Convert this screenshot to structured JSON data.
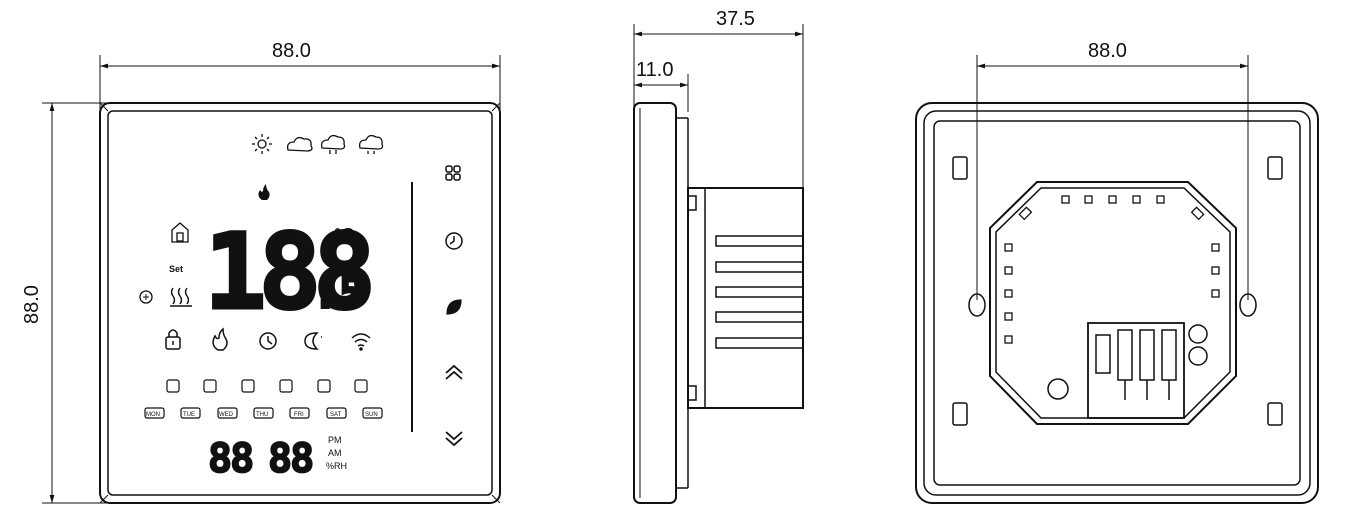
{
  "front": {
    "width_label": "88.0",
    "height_label": "88.0",
    "display": {
      "main_temp": "188",
      "decimal": ".5",
      "unit": "°C",
      "set_label": "Set",
      "time_left": "88",
      "time_right": "88",
      "pm_label": "PM",
      "am_label": "AM",
      "rh_label": "%RH",
      "days": [
        "MON",
        "TUE",
        "WED",
        "THU",
        "FRI",
        "SAT",
        "SUN"
      ]
    },
    "weather_icons": [
      "sun-icon",
      "cloud-icon",
      "cloud-rain-icon",
      "cloud-snow-icon"
    ],
    "status_icons": [
      "lock-icon",
      "flame-outline-icon",
      "clock-icon",
      "moon-icon",
      "wifi-icon"
    ],
    "program_icons": [
      "prog-1-icon",
      "prog-2-icon",
      "prog-3-icon",
      "prog-4-icon",
      "prog-5-icon",
      "prog-6-icon"
    ],
    "touch_keys": [
      "fan-icon",
      "clock-key-icon",
      "leaf-icon",
      "chevron-up-icon",
      "chevron-down-icon"
    ]
  },
  "side": {
    "depth_label": "37.5",
    "front_depth_label": "11.0"
  },
  "back": {
    "width_label": "88.0"
  }
}
